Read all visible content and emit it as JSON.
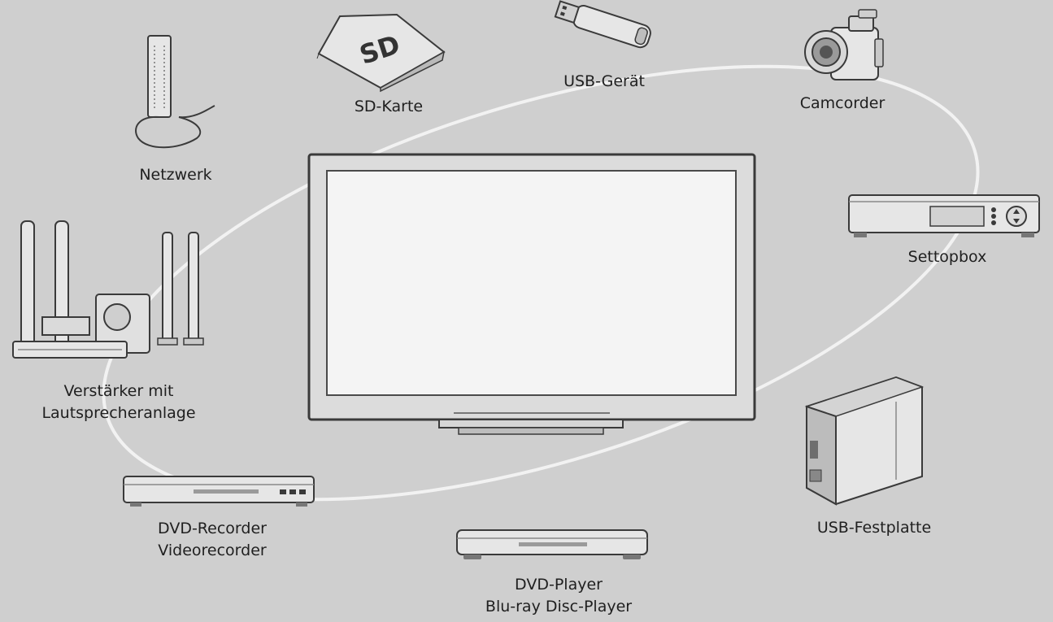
{
  "colors": {
    "background": "#cfcfcf",
    "ring": "#f2f2f2",
    "line": "#3a3a3a",
    "device_fill": "#e6e6e6",
    "device_shade": "#b9b9b9",
    "screen": "#f4f4f4"
  },
  "center": {
    "icon": "flat-tv-icon"
  },
  "devices": [
    {
      "id": "sd-card",
      "icon": "sd-card-icon",
      "label_lines": [
        "SD-Karte"
      ]
    },
    {
      "id": "usb-stick",
      "icon": "usb-stick-icon",
      "label_lines": [
        "USB-Gerät"
      ]
    },
    {
      "id": "camcorder",
      "icon": "camcorder-icon",
      "label_lines": [
        "Camcorder"
      ]
    },
    {
      "id": "network",
      "icon": "network-adapter-icon",
      "label_lines": [
        "Netzwerk"
      ]
    },
    {
      "id": "settopbox",
      "icon": "settopbox-icon",
      "label_lines": [
        "Settopbox"
      ]
    },
    {
      "id": "amplifier",
      "icon": "speaker-system-icon",
      "label_lines": [
        "Verstärker mit",
        "Lautsprecheranlage"
      ]
    },
    {
      "id": "usb-hdd",
      "icon": "usb-hdd-icon",
      "label_lines": [
        "USB-Festplatte"
      ]
    },
    {
      "id": "dvd-recorder",
      "icon": "dvd-recorder-icon",
      "label_lines": [
        "DVD-Recorder",
        "Videorecorder"
      ]
    },
    {
      "id": "dvd-player",
      "icon": "dvd-player-icon",
      "label_lines": [
        "DVD-Player",
        "Blu-ray Disc-Player"
      ]
    }
  ]
}
